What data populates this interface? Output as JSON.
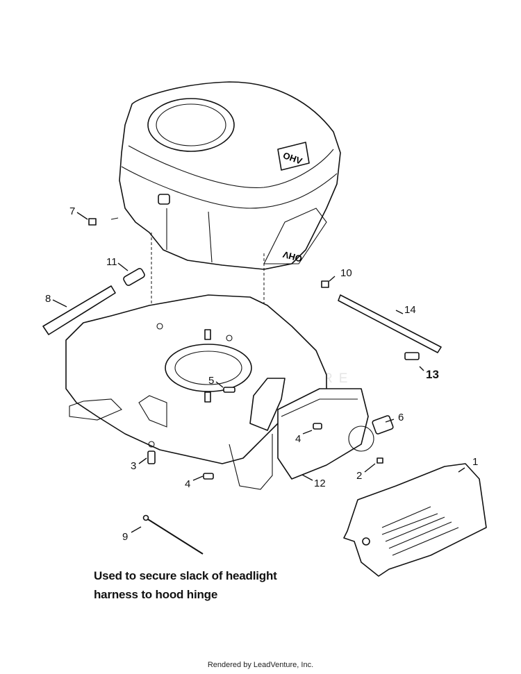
{
  "watermark": "LEADVENTURE",
  "note": {
    "line1": "Used to secure slack of headlight",
    "line2": "harness to hood hinge"
  },
  "footer": "Rendered by LeadVenture, Inc.",
  "engine_label_top": "OHV",
  "engine_label_side": "OHV",
  "callouts": {
    "c1": "1",
    "c2": "2",
    "c3": "3",
    "c4a": "4",
    "c4b": "4",
    "c5": "5",
    "c6": "6",
    "c7": "7",
    "c8": "8",
    "c9": "9",
    "c10": "10",
    "c11": "11",
    "c12": "12",
    "c13": "13",
    "c14": "14"
  }
}
